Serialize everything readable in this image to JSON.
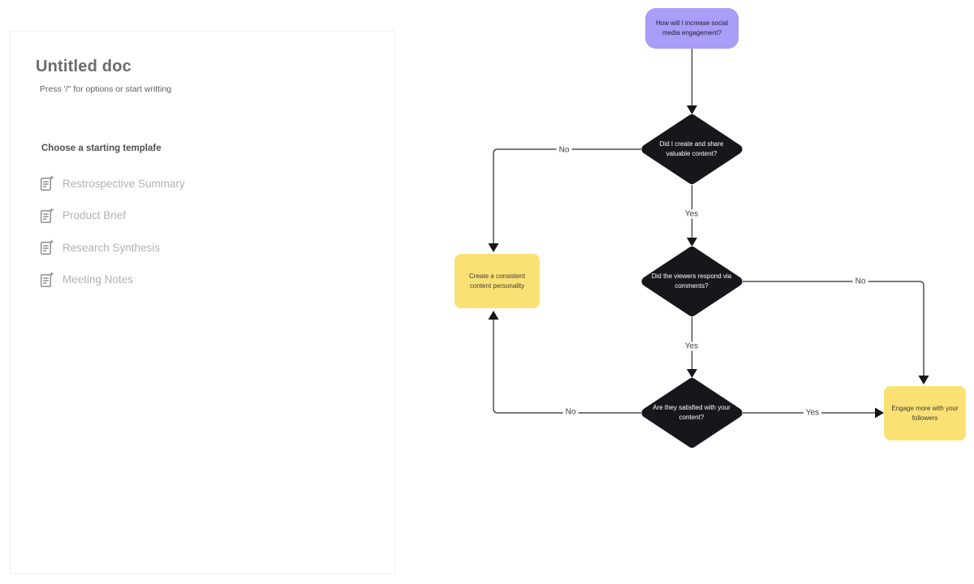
{
  "app": {
    "background": "#ffffff"
  },
  "editor": {
    "title": "Untitled doc",
    "placeholder": "Press '/\" for options or start writting",
    "templates_heading": "Choose a starting templafe",
    "templates": [
      {
        "label": "Restrospective Summary",
        "icon": "document-template-icon"
      },
      {
        "label": "Product Brief",
        "icon": "document-template-icon"
      },
      {
        "label": "Research Synthesis",
        "icon": "document-template-icon"
      },
      {
        "label": "Meeting Notes",
        "icon": "document-template-icon"
      }
    ]
  },
  "flowchart": {
    "colors": {
      "start_node_fill": "#a89df7",
      "decision_node_fill": "#17171b",
      "action_node_fill": "#fbe173",
      "edge_stroke": "#4f4f4f",
      "decision_text": "#ffffff"
    },
    "nodes": {
      "start": {
        "label": "How will I increase social media engagement?"
      },
      "decision_content": {
        "label": "Did I create and share valuable content?"
      },
      "decision_comments": {
        "label": "Did the viewers respond via comments?"
      },
      "decision_satisfied": {
        "label": "Are they satisfied with your content?"
      },
      "action_personality": {
        "label": "Create a consistent content personality"
      },
      "action_engage": {
        "label": "Engage more with your followers"
      }
    },
    "edges": {
      "content_yes": "Yes",
      "content_no": "No",
      "comments_yes": "Yes",
      "comments_no": "No",
      "satisfied_yes": "Yes",
      "satisfied_no": "No"
    }
  }
}
